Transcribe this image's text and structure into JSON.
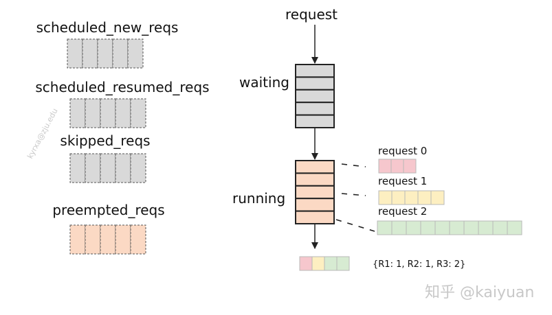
{
  "colors": {
    "gray": "#d9d9d9",
    "peach": "#fbd9c4",
    "pink": "#f6c7cd",
    "yellow": "#fdefc1",
    "green": "#d7ebd2",
    "line": "#222222"
  },
  "queues": {
    "scheduled_new": {
      "label": "scheduled_new_reqs",
      "slots": 5,
      "color": "gray"
    },
    "scheduled_resumed": {
      "label": "scheduled_resumed_reqs",
      "slots": 5,
      "color": "gray"
    },
    "skipped": {
      "label": "skipped_reqs",
      "slots": 5,
      "color": "gray"
    },
    "preempted": {
      "label": "preempted_reqs",
      "slots": 5,
      "color": "peach"
    }
  },
  "flow": {
    "request_label": "request",
    "waiting_label": "waiting",
    "waiting_slots": 5,
    "running_label": "running",
    "running_slots": 5
  },
  "requests": [
    {
      "label": "request 0",
      "slots": 3,
      "color": "pink"
    },
    {
      "label": "request 1",
      "slots": 5,
      "color": "yellow"
    },
    {
      "label": "request 2",
      "slots": 10,
      "color": "green"
    }
  ],
  "output": {
    "label": "{R1: 1, R2: 1, R3: 2}",
    "blocks": [
      "pink",
      "yellow",
      "green",
      "green"
    ]
  },
  "watermark": {
    "diagonal": "kyrxa@zju.edu",
    "brand": "知乎 @kaiyuan"
  }
}
